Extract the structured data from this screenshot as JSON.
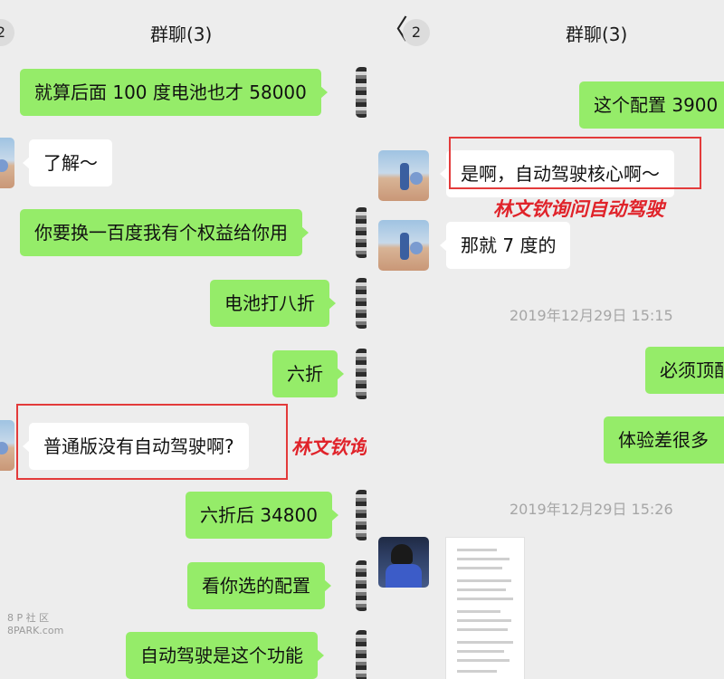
{
  "left": {
    "badge": "2",
    "title": "群聊(3)",
    "messages": [
      "就算后面 100 度电池也才 58000",
      "了解～",
      "你要换一百度我有个权益给你用",
      "电池打八折",
      "六折",
      "普通版没有自动驾驶啊?",
      "六折后 34800",
      "看你选的配置",
      "自动驾驶是这个功能"
    ],
    "annotation": "林文钦询问自动驾驶"
  },
  "right": {
    "back": "〈",
    "badge": "2",
    "title": "群聊(3)",
    "messages": [
      "这个配置 3900",
      "是啊，自动驾驶核心啊～",
      "那就 7 度的",
      "必须顶配",
      "体验差很多"
    ],
    "timestamps": [
      "2019年12月29日 15:15",
      "2019年12月29日 15:26"
    ],
    "annotation": "林文钦询问自动驾驶"
  },
  "watermark": [
    "8 P 社 区",
    "8PARK.com"
  ]
}
